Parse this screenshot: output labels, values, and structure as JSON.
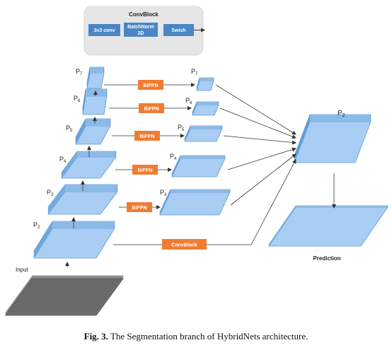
{
  "convblock": {
    "title": "ConvBlock",
    "steps": [
      "3x3 conv",
      "BatchNorm 2D",
      "Swish"
    ]
  },
  "levels": {
    "p2": {
      "label": "P",
      "sub": "2"
    },
    "p3": {
      "label": "P",
      "sub": "3"
    },
    "p4": {
      "label": "P",
      "sub": "4"
    },
    "p5": {
      "label": "P",
      "sub": "5"
    },
    "p6": {
      "label": "P",
      "sub": "6"
    },
    "p7": {
      "label": "P",
      "sub": "7"
    }
  },
  "bifpn_label": "BiFPN",
  "convblock_label": "ConvBlock",
  "input_label": "Input",
  "merged_label": {
    "label": "P",
    "sub": "2"
  },
  "prediction_label": "Prediction",
  "caption": {
    "prefix": "Fig. 3.",
    "text": " The Segmentation branch of HybridNets architecture."
  },
  "colors": {
    "layer_fill": "#a9cdf3",
    "layer_stroke": "#5b9bd5",
    "block_blue": "#4a86c5",
    "bifpn_orange": "#f07c32",
    "panel_gray": "#e6e6e6"
  }
}
